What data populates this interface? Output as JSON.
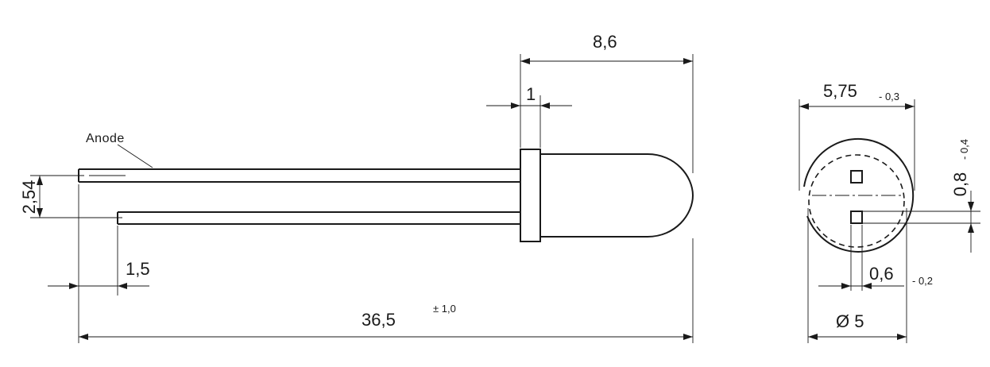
{
  "drawing": {
    "side_view": {
      "lead_label": "Anode",
      "dim_lead_spacing": "2,54",
      "dim_lead_offset": "1,5",
      "dim_total_length": "36,5",
      "dim_total_length_tol": "± 1,0",
      "dim_body_length": "8,6",
      "dim_flange": "1"
    },
    "front_view": {
      "dim_flange_diameter": "5,75",
      "dim_flange_diameter_tol": "- 0,3",
      "dim_lead_width": "0,8",
      "dim_lead_width_tol": "- 0,4",
      "dim_lead_thickness": "0,6",
      "dim_lead_thickness_tol": "- 0,2",
      "dim_body_diameter": "Ø 5"
    }
  }
}
